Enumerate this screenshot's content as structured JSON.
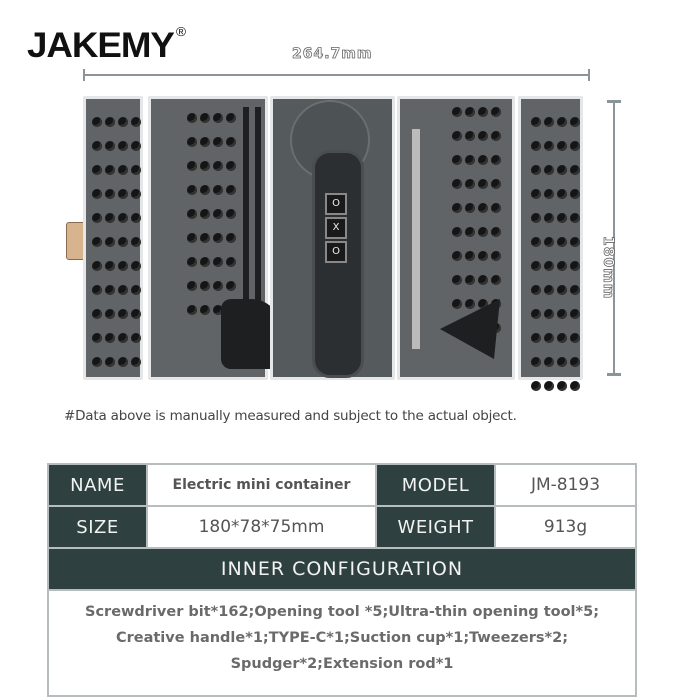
{
  "brand": {
    "logo": "JAKEMY",
    "registered": "®"
  },
  "dimensions": {
    "width_label": "264.7mm",
    "height_label": "180mm"
  },
  "disclaimer": "#Data above is manually measured and subject to the actual object.",
  "spec_table": {
    "rows": [
      {
        "key1": "NAME",
        "value1": "Electric mini container",
        "key2": "MODEL",
        "value2": "JM-8193"
      },
      {
        "key1": "SIZE",
        "value1": "180*78*75mm",
        "key2": "WEIGHT",
        "value2": "913g"
      }
    ],
    "section_header": "INNER CONFIGURATION",
    "configuration_lines": [
      "Screwdriver bit*162;Opening tool *5;Ultra-thin opening tool*5;",
      "Creative handle*1;TYPE-C*1;Suction cup*1;Tweezers*2;",
      "Spudger*2;Extension rod*1"
    ]
  },
  "handle_buttons": [
    "O",
    "X",
    "O"
  ],
  "colors": {
    "table_dark": "#2e4140",
    "panel_gray": "#606466",
    "dimension_line": "#8a9499"
  }
}
